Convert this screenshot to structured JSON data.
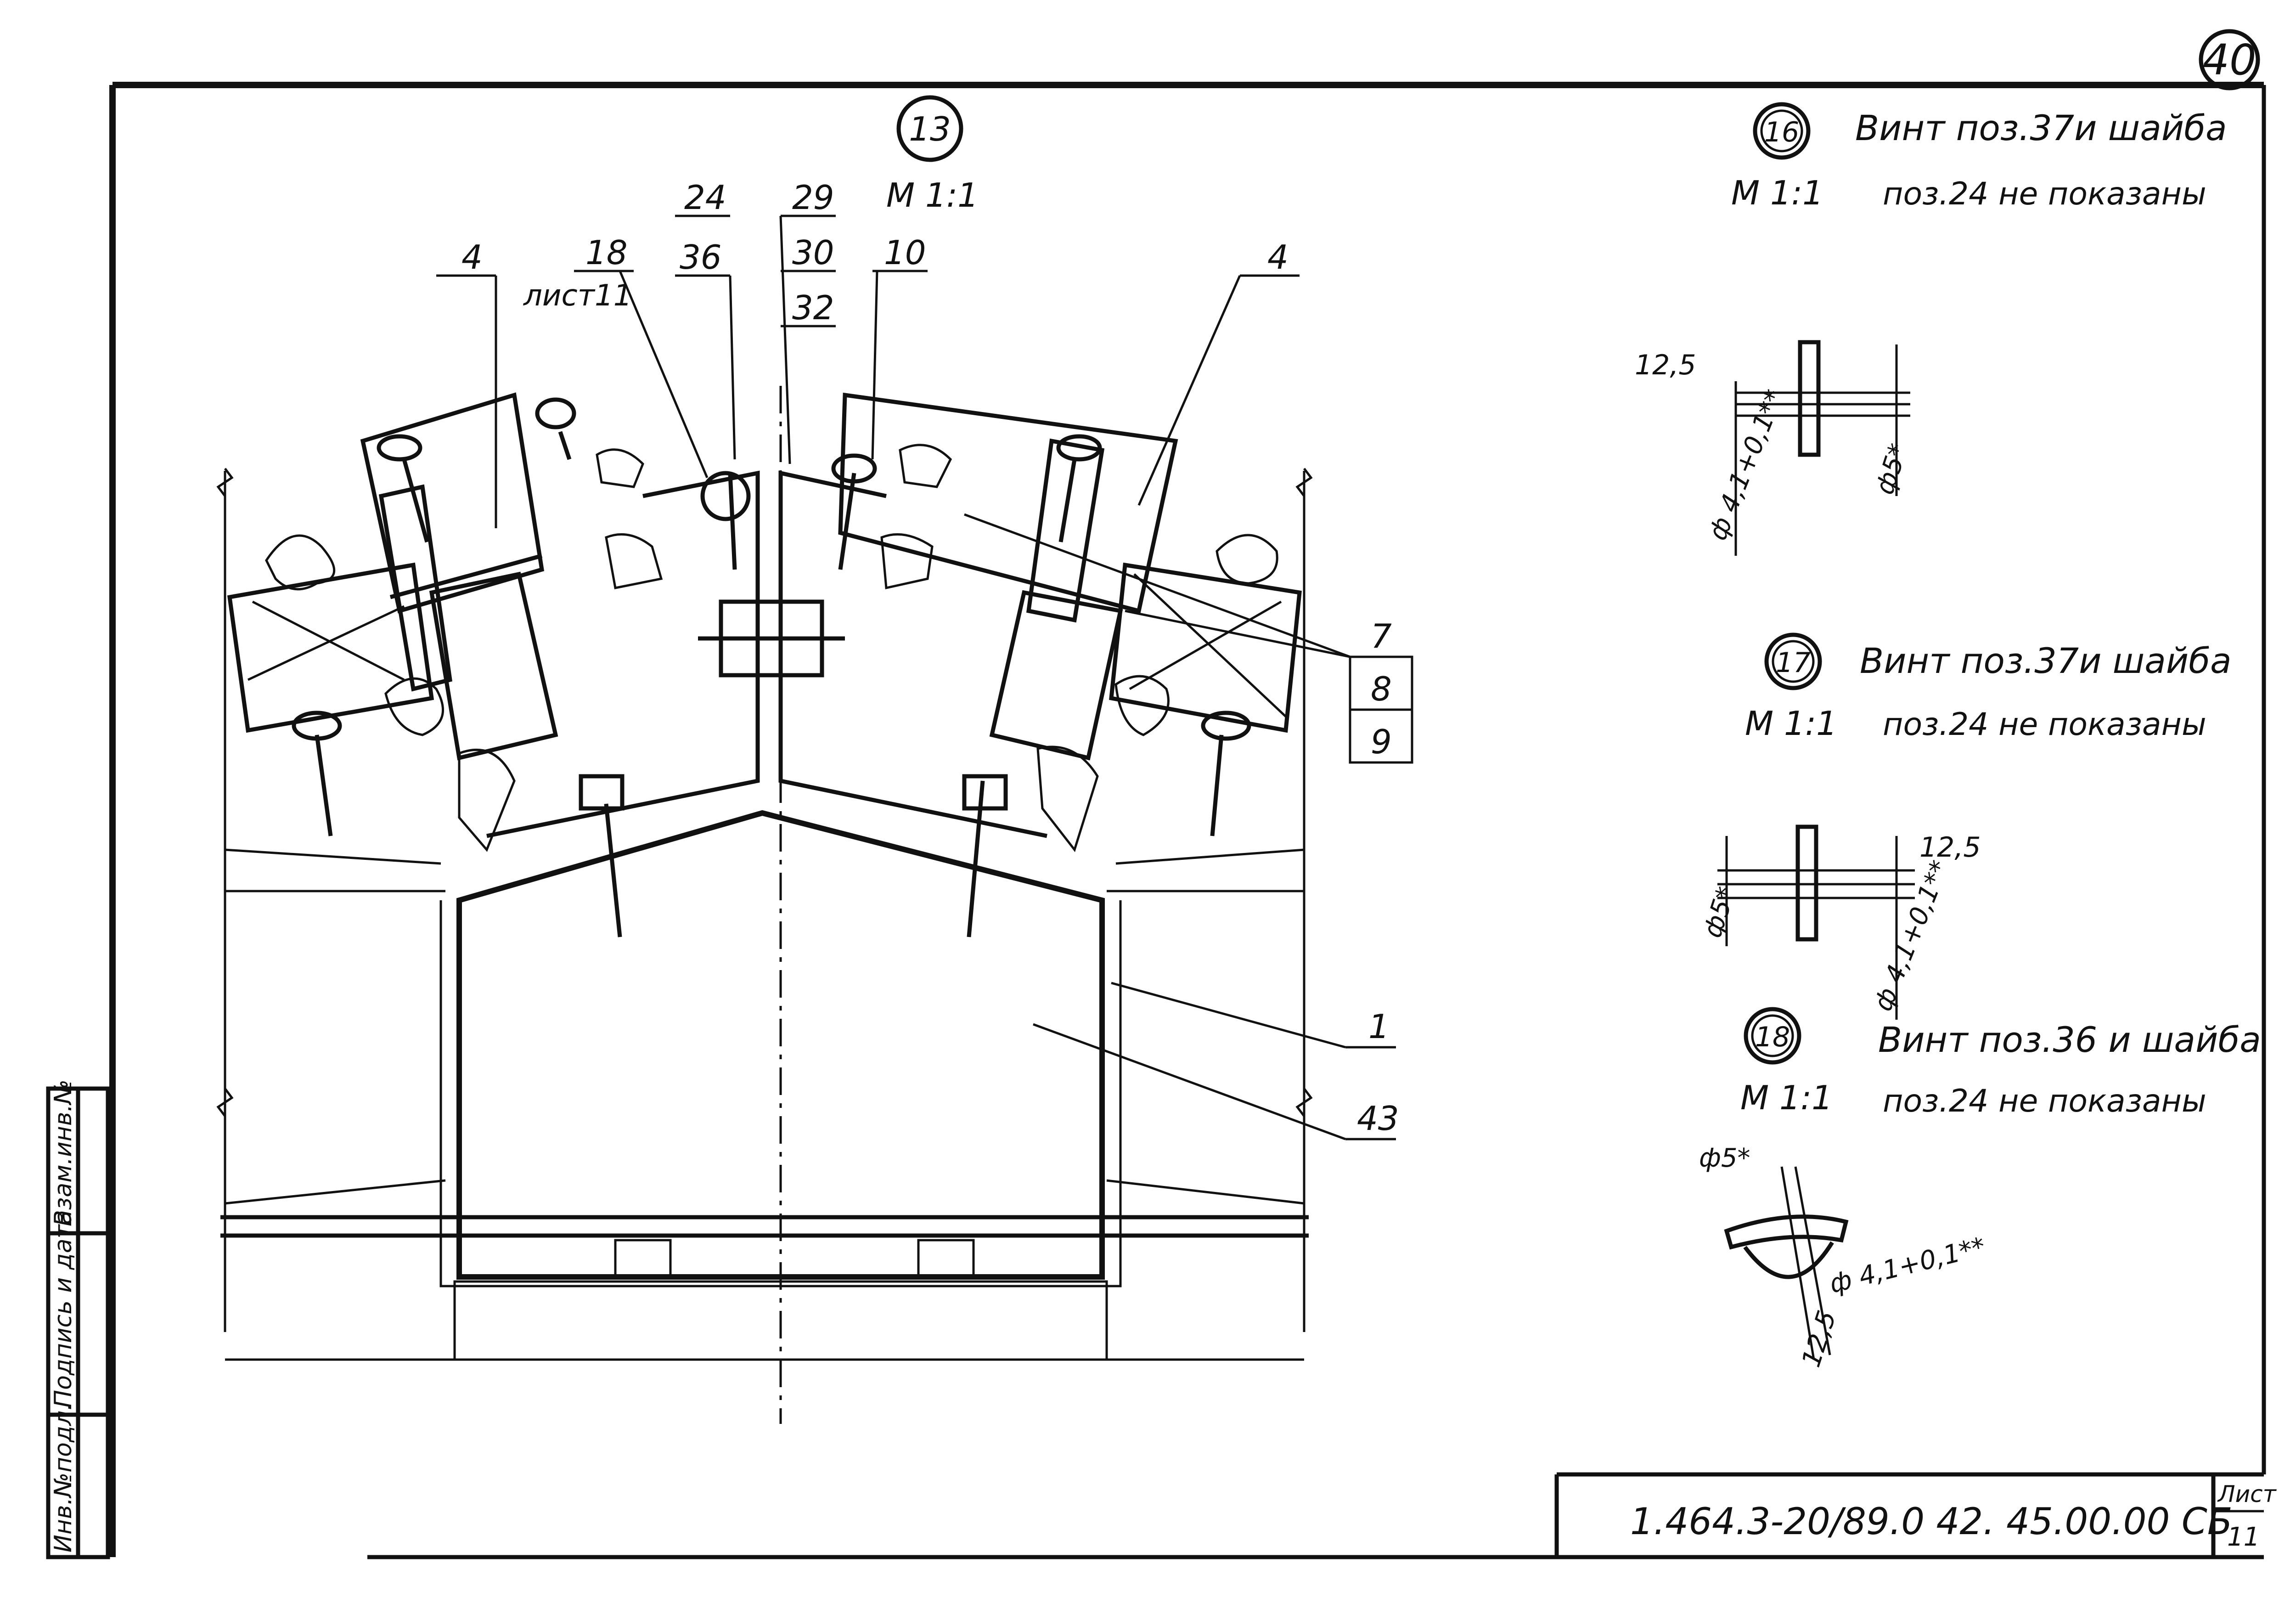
{
  "sheet_number_circled": "40",
  "main_detail": {
    "callout": "13",
    "scale": "M 1:1",
    "leaders": {
      "top_left_4": "4",
      "pos_18": "18",
      "pos_18_sheet": "лист11",
      "pos_24": "24",
      "pos_36": "36",
      "pos_29": "29",
      "pos_30": "30",
      "pos_32": "32",
      "pos_10": "10",
      "top_right_4": "4",
      "pos_7": "7",
      "pos_8": "8",
      "pos_9": "9",
      "pos_1": "1",
      "pos_43": "43"
    }
  },
  "detail_16": {
    "callout": "16",
    "scale": "M 1:1",
    "note_line1": "Винт поз.37и шайба",
    "note_line2": "поз.24 не показаны",
    "dim_depth": "12,5",
    "dim_hole": "ф 4,1+0,1**",
    "dim_shank": "ф5*"
  },
  "detail_17": {
    "callout": "17",
    "scale": "M 1:1",
    "note_line1": "Винт поз.37и шайба",
    "note_line2": "поз.24 не показаны",
    "dim_depth": "12,5",
    "dim_hole": "ф 4,1+0,1**",
    "dim_shank": "ф5*"
  },
  "detail_18": {
    "callout": "18",
    "scale": "M 1:1",
    "note_line1": "Винт поз.36 и шайба",
    "note_line2": "поз.24 не показаны",
    "dim_depth": "12,5",
    "dim_hole": "ф 4,1+0,1**",
    "dim_shank": "ф5*"
  },
  "side_stamp": {
    "col1": "Инв.№подл.",
    "col2": "Подпись и дата",
    "col3": "Взам.инв.№"
  },
  "title_block": {
    "designation": "1.464.3-20/89.0   42. 45.00.00 СБ",
    "sheet_label": "Лист",
    "sheet_value": "11"
  }
}
